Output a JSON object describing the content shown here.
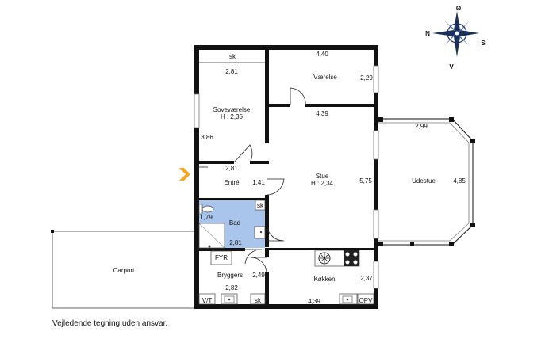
{
  "compass": {
    "n": "N",
    "e": "Ø",
    "s": "S",
    "w": "V"
  },
  "rooms": {
    "vaerelse": {
      "name": "Værelse",
      "w": "4,40",
      "h": "2,29"
    },
    "sovevaerelse": {
      "name": "Soveværelse",
      "height": "H : 2,35",
      "w": "2,81",
      "d": "3,86"
    },
    "entre": {
      "name": "Entré",
      "w": "2,81",
      "d": "1,41"
    },
    "stue": {
      "name": "Stue",
      "height": "H : 2,34",
      "w": "4,39",
      "d": "5,75"
    },
    "udestue": {
      "name": "Udestue",
      "w": "2,99",
      "d": "4,85"
    },
    "bad": {
      "name": "Bad",
      "w": "2,81",
      "d": "1,79"
    },
    "bryggers": {
      "name": "Bryggers",
      "w": "2,82",
      "d": "2,49"
    },
    "koekken": {
      "name": "Køkken",
      "w": "4,39",
      "d": "2,37"
    },
    "carport": {
      "name": "Carport"
    }
  },
  "fixtures": {
    "sk": "sk",
    "fyr": "FYR",
    "vt": "V/T",
    "opv": "OPV"
  },
  "disclaimer": "Vejledende tegning uden ansvar."
}
